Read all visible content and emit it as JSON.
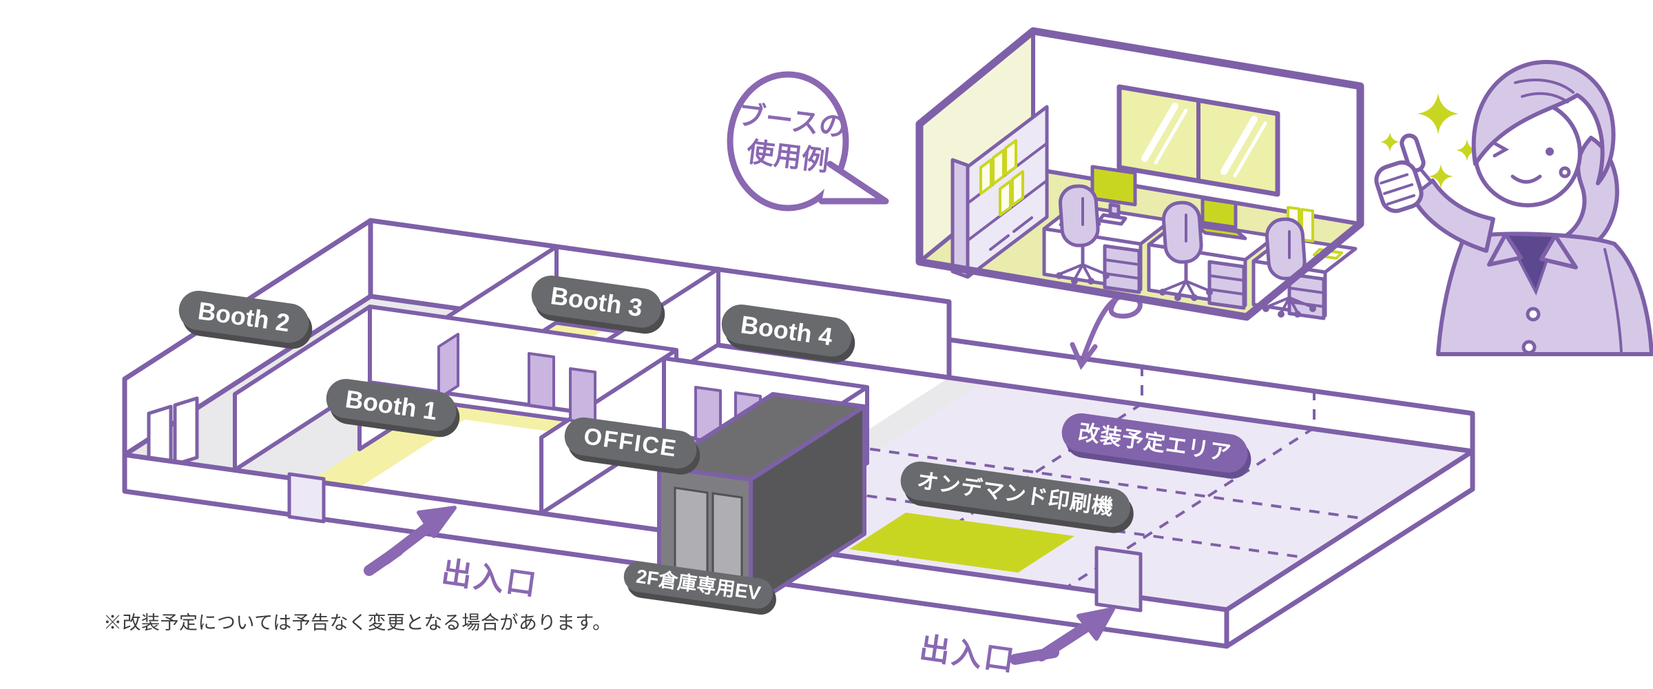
{
  "colors": {
    "purple": "#7E60A8",
    "purple-bright": "#8A68B2",
    "lavender": "#D6C9E7",
    "lavender-light": "#EDE8F5",
    "lavender-mid": "#C9B5DF",
    "gray-floor": "#E9E8EB",
    "dark-gray": "#696A6D",
    "pill-shadow": "#4D4D50",
    "pill-purple": "#8264AC",
    "pill-purple-shadow": "#67508F",
    "yellow-pale": "#F4F1A6",
    "yellow-green": "#C9D621",
    "room-wall": "#F4F5D8",
    "room-floor": "#E9ECAD",
    "window-pane": "#EDF0A8",
    "text-dark": "#3C3C3C"
  },
  "plan": {
    "booth1": "Booth 1",
    "booth2": "Booth 2",
    "booth3": "Booth 3",
    "booth4": "Booth 4",
    "office": "OFFICE",
    "renovation_area": "改装予定エリア",
    "printer": "オンデマンド印刷機",
    "elevator": "2F倉庫専用EV",
    "entrance_left": "出入口",
    "entrance_right": "出入口"
  },
  "speech_bubble": {
    "line1": "ブースの",
    "line2": "使用例"
  },
  "footnote": "※改装予定については予告なく変更となる場合があります。"
}
